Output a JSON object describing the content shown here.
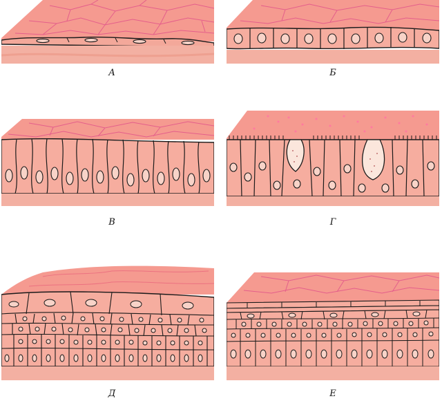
{
  "figure": {
    "colors": {
      "surface": "#f59a90",
      "tissue": "#f3a89a",
      "cell": "#f6ad9f",
      "nucleus_fill": "#f8d3c8",
      "outline": "#1a1a1a",
      "surface_lines": "#e0508a",
      "mucus": "#ff7aa0"
    },
    "panels": [
      {
        "id": "A",
        "label": "А"
      },
      {
        "id": "B",
        "label": "Б"
      },
      {
        "id": "V",
        "label": "В"
      },
      {
        "id": "G",
        "label": "Г"
      },
      {
        "id": "D",
        "label": "Д"
      },
      {
        "id": "E",
        "label": "Е"
      }
    ]
  }
}
